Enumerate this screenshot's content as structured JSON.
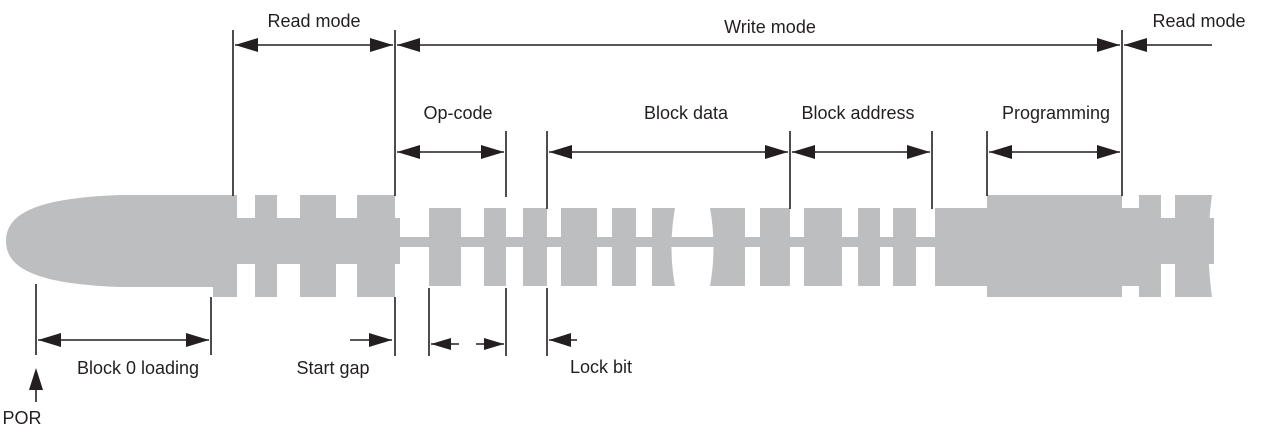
{
  "colors": {
    "signal": "#bcbec0",
    "ink": "#231f20",
    "background": "#ffffff"
  },
  "labels": {
    "read_mode_1": "Read mode",
    "write_mode": "Write mode",
    "read_mode_2": "Read mode",
    "op_code": "Op-code",
    "block_data": "Block data",
    "block_address": "Block address",
    "programming": "Programming",
    "block0_loading": "Block 0 loading",
    "start_gap": "Start gap",
    "lock_bit": "Lock bit",
    "por": "POR"
  }
}
